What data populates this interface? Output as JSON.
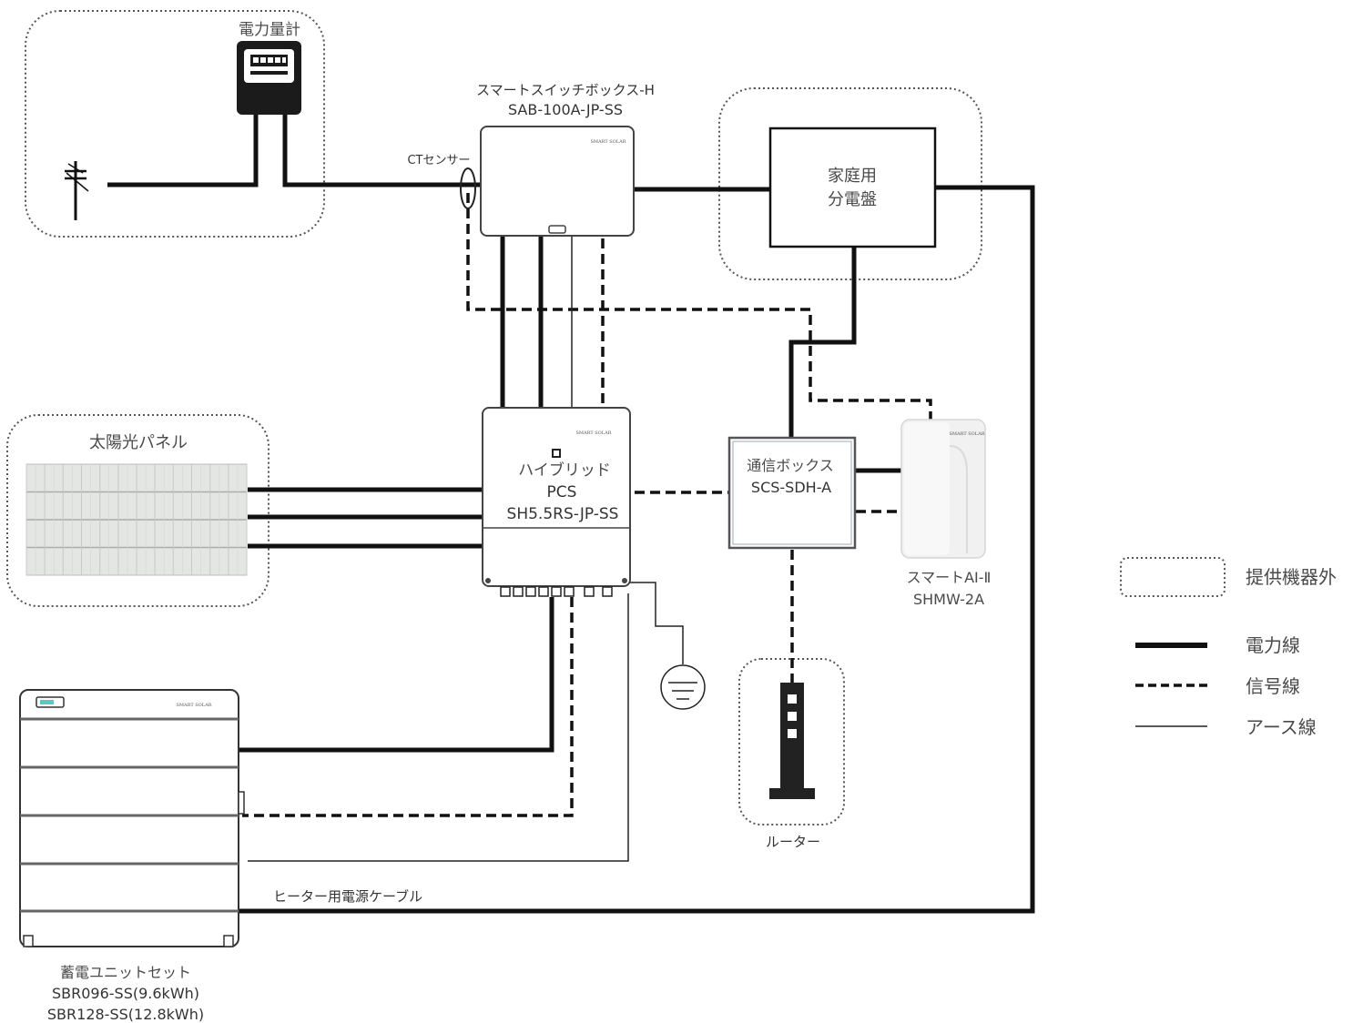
{
  "meter": {
    "label": "電力量計"
  },
  "switchbox": {
    "name": "スマートスイッチボックス-H",
    "model": "SAB-100A-JP-SS"
  },
  "ct_sensor": {
    "label": "CTセンサー"
  },
  "distribution_board": {
    "line1": "家庭用",
    "line2": "分電盤"
  },
  "solar_panel": {
    "label": "太陽光パネル"
  },
  "pcs": {
    "line1": "ハイブリッド",
    "line2": "PCS",
    "model": "SH5.5RS-JP-SS"
  },
  "comm_box": {
    "name": "通信ボックス",
    "model": "SCS-SDH-A"
  },
  "smart_ai": {
    "name": "スマートAI-Ⅱ",
    "model": "SHMW-2A"
  },
  "router": {
    "label": "ルーター"
  },
  "battery": {
    "name": "蓄電ユニットセット",
    "model1": "SBR096-SS(9.6kWh)",
    "model2": "SBR128-SS(12.8kWh)"
  },
  "heater_cable": {
    "label": "ヒーター用電源ケーブル"
  },
  "brand_mark": "SMART SOLAR",
  "legend": {
    "outside_equipment": "提供機器外",
    "power_line": "電力線",
    "signal_line": "信号線",
    "earth_line": "アース線"
  }
}
